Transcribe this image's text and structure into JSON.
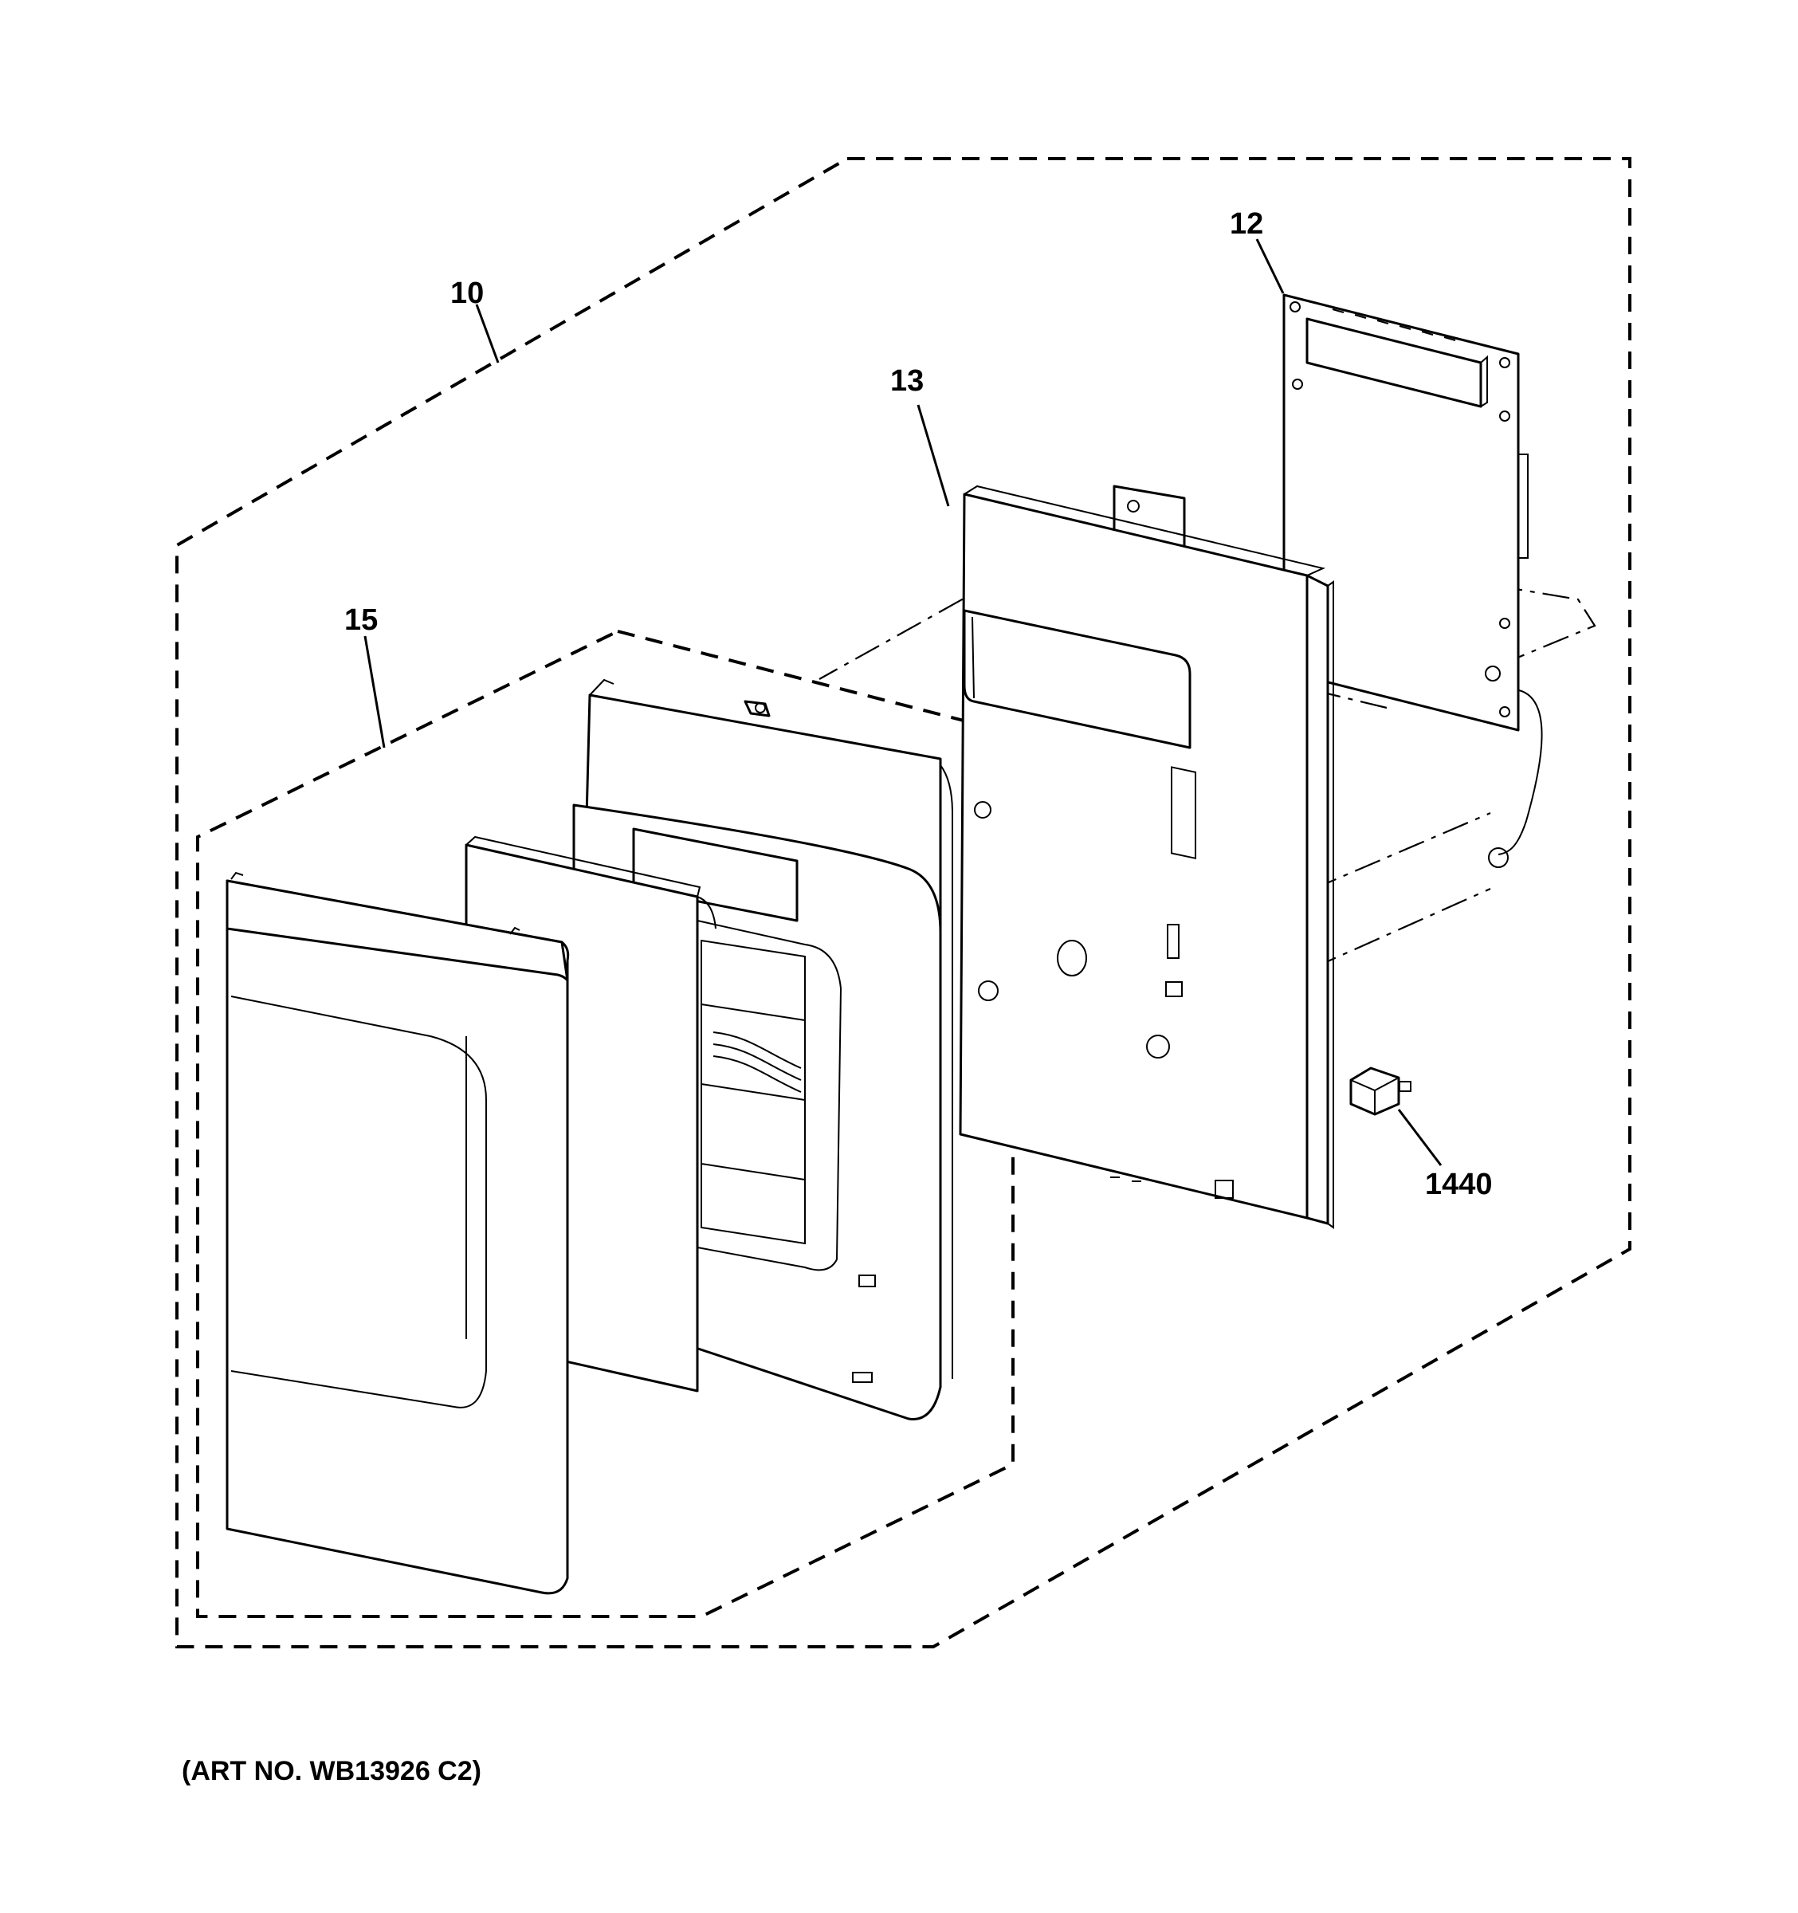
{
  "callouts": {
    "part_10": "10",
    "part_12": "12",
    "part_13": "13",
    "part_15": "15",
    "part_1440": "1440"
  },
  "art_number": "(ART NO. WB13926 C2)"
}
